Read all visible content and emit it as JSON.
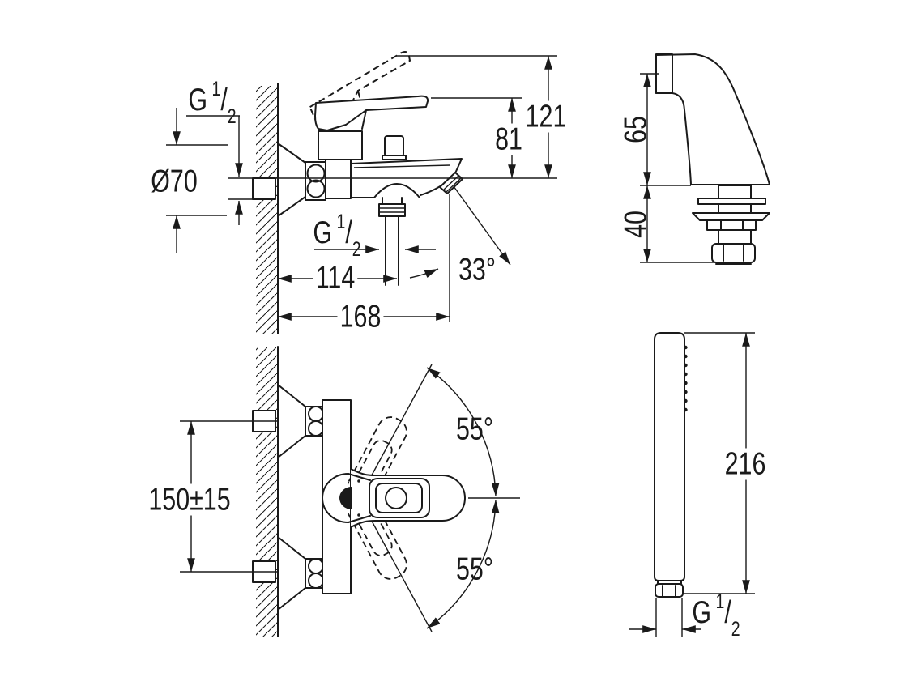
{
  "background_color": "#ffffff",
  "line_color": "#1a1a1a",
  "thread_label": {
    "prefix": "G",
    "numerator": "1",
    "slash": "/",
    "denominator": "2"
  },
  "side_view": {
    "dims": {
      "height_open_lever": "121",
      "height_lever": "81",
      "escutcheon_diameter": "Ø70",
      "wall_to_shower_outlet": "114",
      "spout_angle": "33°",
      "wall_to_spout_tip": "168"
    }
  },
  "holder_view": {
    "dims": {
      "height_above_deck": "65",
      "clamping_depth": "40"
    }
  },
  "top_view": {
    "dims": {
      "connection_spacing": "150±15",
      "lever_swing_up": "55°",
      "lever_swing_down": "55°"
    }
  },
  "hand_shower_view": {
    "dims": {
      "length": "216"
    }
  }
}
